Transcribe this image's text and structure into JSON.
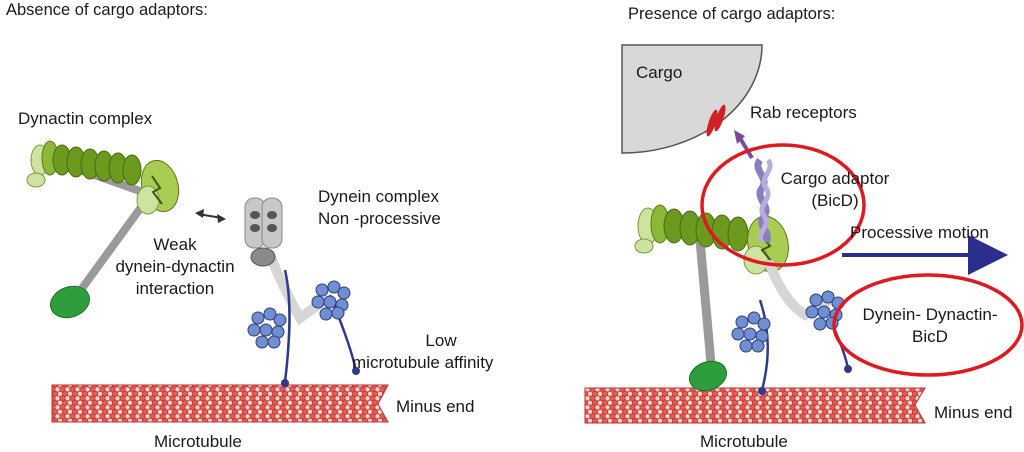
{
  "left_panel": {
    "title": "Absence of cargo adaptors:",
    "dynactin_label": "Dynactin complex",
    "dynein_label_1": "Dynein complex",
    "dynein_label_2": "Non -processive",
    "interaction_1": "Weak",
    "interaction_2": "dynein-dynactin",
    "interaction_3": "interaction",
    "affinity_1": "Low",
    "affinity_2": "microtubule affinity",
    "minus_end": "Minus end",
    "microtubule": "Microtubule"
  },
  "right_panel": {
    "title": "Presence of cargo adaptors:",
    "cargo": "Cargo",
    "rab": "Rab receptors",
    "adaptor_1": "Cargo adaptor",
    "adaptor_2": "(BicD)",
    "motion": "Processive motion",
    "complex_1": "Dynein- Dynactin-",
    "complex_2": "BicD",
    "minus_end": "Minus end",
    "microtubule": "Microtubule"
  },
  "colors": {
    "dynactin_dark": "#6c9a1f",
    "dynactin_light": "#a9cc52",
    "dynactin_pale": "#cfe3a0",
    "base_green": "#2e9e3c",
    "rod_gray": "#9a9a9a",
    "motor_gray": "#c8c8c8",
    "stalk_blue": "#2f3b8a",
    "mt_binding_blue": "#6f8fcf",
    "microtubule_red": "#d9534f",
    "microtubule_pale": "#f6cfc8",
    "highlight_red": "#e0191f",
    "arrow_navy": "#2a2f8f",
    "adaptor_purple": "#8c7cc0",
    "cargo_gray": "#d8d8d8",
    "rab_red": "#d32027"
  }
}
